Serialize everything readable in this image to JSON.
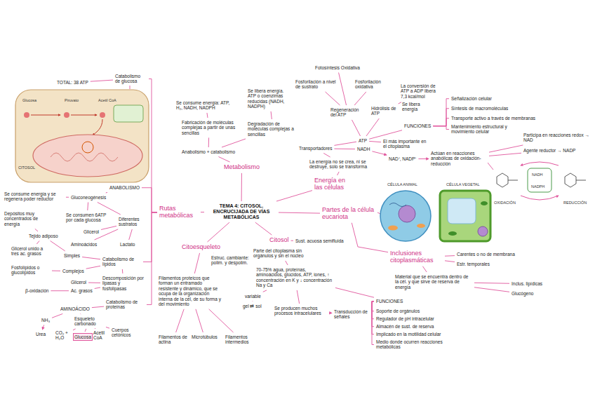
{
  "diagram": {
    "nodes": [
      {
        "text": [
          "TEMA 4: CITOSOL. ENCRUCIJADA DE VÍAS METABÓLICAS"
        ]
      },
      {
        "text": [
          "Metabolismo"
        ]
      },
      {
        "text": [
          "Anabolismo + catabolismo"
        ]
      },
      {
        "text": [
          "Fabricación de moléculas complejas a partir de unas sencillas"
        ]
      },
      {
        "text": [
          "Se consume energía: ATP, H₂, NADH, NADPH"
        ]
      },
      {
        "text": [
          "Degradación de moléculas complejas a sencillas"
        ]
      },
      {
        "text": [
          "Se libera energía. ATP o coenzimas reducidas (NADH, NADPH)"
        ]
      },
      {
        "text": [
          "Energía en las células"
        ]
      },
      {
        "text": [
          "La energía no se crea, ni se destruye, solo se transforma"
        ]
      },
      {
        "text": [
          "Transportadores"
        ]
      },
      {
        "text": [
          "ATP"
        ]
      },
      {
        "text": [
          "NADH"
        ]
      },
      {
        "text": [
          "El más importante en el citoplasma"
        ]
      },
      {
        "text": [
          "NAD⁺, NADP⁺"
        ]
      },
      {
        "text": [
          "Actúan en reacciones anabólicas de oxidación-reducción"
        ]
      },
      {
        "text": [
          "Participa en reacciones redox → NAD"
        ]
      },
      {
        "text": [
          "Agente reductor → NADP"
        ]
      },
      {
        "text": [
          "Regeneración del ATP"
        ]
      },
      {
        "text": [
          "Hidrólisis de ATP"
        ]
      },
      {
        "text": [
          "La conversión de ATP a ADP libera 7,3 kcal/mol"
        ]
      },
      {
        "text": [
          "Se libera energía"
        ]
      },
      {
        "text": [
          "FUNCIONES"
        ]
      },
      {
        "text": [
          "Señalización celular"
        ]
      },
      {
        "text": [
          "Síntesis de macromoléculas"
        ]
      },
      {
        "text": [
          "Transporte activo a través de membranas"
        ]
      },
      {
        "text": [
          "Mantenimiento estructural y movimiento celular"
        ]
      },
      {
        "text": [
          "Fosforilación a nivel de sustrato"
        ]
      },
      {
        "text": [
          "Fosforilación oxidativa"
        ]
      },
      {
        "text": [
          "Fotosíntesis Oxidativa"
        ]
      },
      {
        "text": [
          "Partes de la célula eucariota"
        ]
      },
      {
        "text": [
          "Citosol"
        ]
      },
      {
        "text": [
          "Sust. acuosa semifluida"
        ]
      },
      {
        "text": [
          "Parte del citoplasma sin orgánulos y sin el núcleo"
        ]
      },
      {
        "text": [
          "70-75% agua, proteínas, aminoácidos, glúcidos, ATP, iones, ↑ concentración en K y ↓ concentración Na y Ca"
        ]
      },
      {
        "text": [
          "variable"
        ]
      },
      {
        "text": [
          "gel ⇄ sol"
        ]
      },
      {
        "text": [
          "Se producen muchos procesos intracelulares"
        ]
      },
      {
        "text": [
          "Transducción de señales"
        ]
      },
      {
        "text": [
          "FUNCIONES"
        ]
      },
      {
        "text": [
          "Soporte de orgánulos"
        ]
      },
      {
        "text": [
          "Regulador de pH intracelular"
        ]
      },
      {
        "text": [
          "Almacén de sust. de reserva"
        ]
      },
      {
        "text": [
          "Implicado en la motilidad celular"
        ]
      },
      {
        "text": [
          "Medio donde ocurren reacciones metabólicas"
        ]
      },
      {
        "text": [
          "Inclusiones citoplasmáticas"
        ]
      },
      {
        "text": [
          "Carentes o no de membrana"
        ]
      },
      {
        "text": [
          "Estr. temporales"
        ]
      },
      {
        "text": [
          "Material que se encuentra dentro de la cél. y que sirve de reserva de energía"
        ]
      },
      {
        "text": [
          "Inclus. lipídicas"
        ]
      },
      {
        "text": [
          "Glucógeno"
        ]
      },
      {
        "text": [
          "Citoesqueleto"
        ]
      },
      {
        "text": [
          "Estruc. cambiante: polim. y despolim."
        ]
      },
      {
        "text": [
          "Filamentos proteicos que forman un entramado resistente y dinámico, que se ocupa de la organización interna de la cél, de su forma y del movimiento"
        ]
      },
      {
        "text": [
          "Filamentos de actina"
        ]
      },
      {
        "text": [
          "Microtúbulos"
        ]
      },
      {
        "text": [
          "Filamentos intermedios"
        ]
      },
      {
        "text": [
          "Rutas metabólicas"
        ]
      },
      {
        "text": [
          "Catabolismo de glucosa"
        ]
      },
      {
        "text": [
          "TOTAL: 38 ATP"
        ]
      },
      {
        "text": [
          "ANABOLISMO"
        ]
      },
      {
        "text": [
          "Gluconeogénesis"
        ]
      },
      {
        "text": [
          "Se consume energía y se regenera poder reductor"
        ]
      },
      {
        "text": [
          "Se consumen 6ATP por cada glucosa"
        ]
      },
      {
        "text": [
          "Diferentes sustratos"
        ]
      },
      {
        "text": [
          "Glicerol"
        ]
      },
      {
        "text": [
          "Aminoácidos"
        ]
      },
      {
        "text": [
          "Lactato"
        ]
      },
      {
        "text": [
          "Depósitos muy concentrados de energía"
        ]
      },
      {
        "text": [
          "Tejido adiposo"
        ]
      },
      {
        "text": [
          "Glicerol unido a tres ac. grasos"
        ]
      },
      {
        "text": [
          "Catabolismo de lípidos"
        ]
      },
      {
        "text": [
          "Simples"
        ]
      },
      {
        "text": [
          "Complejos"
        ]
      },
      {
        "text": [
          "Fosfolípidos o glucolípidos"
        ]
      },
      {
        "text": [
          "Descomposición por lipasas y fosfolipasas"
        ]
      },
      {
        "text": [
          "Glicerol"
        ]
      },
      {
        "text": [
          "β-oxidación"
        ]
      },
      {
        "text": [
          "Ac. grasos"
        ]
      },
      {
        "text": [
          "Catabolismo de proteínas"
        ]
      },
      {
        "text": [
          "AMINOÁCIDO"
        ]
      },
      {
        "text": [
          "NH₃"
        ]
      },
      {
        "text": [
          "Urea"
        ]
      },
      {
        "text": [
          "Esqueleto carbonado"
        ]
      },
      {
        "text": [
          "CO₂ + H₂O"
        ]
      },
      {
        "text": [
          "Glucosa"
        ]
      },
      {
        "text": [
          "Acetil CoA"
        ]
      },
      {
        "text": [
          "Cuerpos cetónicos"
        ]
      }
    ],
    "edges": [
      {
        "from": 0,
        "to": 1,
        "arrow": "none"
      },
      {
        "from": 1,
        "to": 2,
        "arrow": "none"
      },
      {
        "from": 2,
        "to": 3,
        "arrow": "none"
      },
      {
        "from": 3,
        "to": 4,
        "arrow": "none"
      },
      {
        "from": 2,
        "to": 5,
        "arrow": "none"
      },
      {
        "from": 5,
        "to": 6,
        "arrow": "none"
      },
      {
        "from": 0,
        "to": 7,
        "arrow": "none"
      },
      {
        "from": 7,
        "to": 8,
        "arrow": "none"
      },
      {
        "from": 8,
        "to": 9,
        "arrow": "none"
      },
      {
        "from": 9,
        "to": 10,
        "arrow": "none"
      },
      {
        "from": 9,
        "to": 11,
        "arrow": "none"
      },
      {
        "from": 10,
        "to": 17,
        "arrow": "none"
      },
      {
        "from": 17,
        "to": 26,
        "arrow": "none"
      },
      {
        "from": 17,
        "to": 27,
        "arrow": "none"
      },
      {
        "from": 17,
        "to": 28,
        "arrow": "none"
      },
      {
        "from": 10,
        "to": 18,
        "arrow": "none"
      },
      {
        "from": 18,
        "to": 19,
        "arrow": "none"
      },
      {
        "from": 18,
        "to": 20,
        "arrow": "none"
      },
      {
        "from": 10,
        "to": 12,
        "arrow": "none"
      },
      {
        "from": 10,
        "to": 21,
        "arrow": "none"
      },
      {
        "from": 21,
        "to": 22,
        "arrow": "none"
      },
      {
        "from": 21,
        "to": 23,
        "arrow": "none"
      },
      {
        "from": 21,
        "to": 24,
        "arrow": "none"
      },
      {
        "from": 21,
        "to": 25,
        "arrow": "none"
      },
      {
        "from": 11,
        "to": 13,
        "arrow": "to"
      },
      {
        "from": 13,
        "to": 14,
        "arrow": "to"
      },
      {
        "from": 14,
        "to": 15,
        "arrow": "none"
      },
      {
        "from": 14,
        "to": 16,
        "arrow": "none"
      },
      {
        "from": 0,
        "to": 29,
        "arrow": "none"
      },
      {
        "from": 29,
        "to": 44,
        "arrow": "none"
      },
      {
        "from": 44,
        "to": 45,
        "arrow": "none"
      },
      {
        "from": 44,
        "to": 46,
        "arrow": "none"
      },
      {
        "from": 44,
        "to": 47,
        "arrow": "none"
      },
      {
        "from": 47,
        "to": 48,
        "arrow": "none"
      },
      {
        "from": 47,
        "to": 49,
        "arrow": "none"
      },
      {
        "from": 0,
        "to": 30,
        "arrow": "none"
      },
      {
        "from": 30,
        "to": 31,
        "arrow": "none"
      },
      {
        "from": 30,
        "to": 32,
        "arrow": "none"
      },
      {
        "from": 32,
        "to": 33,
        "arrow": "none"
      },
      {
        "from": 33,
        "to": 34,
        "arrow": "none"
      },
      {
        "from": 34,
        "to": 35,
        "arrow": "none"
      },
      {
        "from": 33,
        "to": 36,
        "arrow": "none"
      },
      {
        "from": 36,
        "to": 37,
        "arrow": "to"
      },
      {
        "from": 33,
        "to": 38,
        "arrow": "none"
      },
      {
        "from": 38,
        "to": 39,
        "arrow": "none"
      },
      {
        "from": 38,
        "to": 40,
        "arrow": "none"
      },
      {
        "from": 38,
        "to": 41,
        "arrow": "none"
      },
      {
        "from": 38,
        "to": 42,
        "arrow": "none"
      },
      {
        "from": 38,
        "to": 43,
        "arrow": "none"
      },
      {
        "from": 0,
        "to": 50,
        "arrow": "none"
      },
      {
        "from": 50,
        "to": 51,
        "arrow": "none"
      },
      {
        "from": 50,
        "to": 52,
        "arrow": "none"
      },
      {
        "from": 52,
        "to": 53,
        "arrow": "none"
      },
      {
        "from": 52,
        "to": 54,
        "arrow": "none"
      },
      {
        "from": 52,
        "to": 55,
        "arrow": "none"
      },
      {
        "from": 0,
        "to": 56,
        "arrow": "none"
      },
      {
        "from": 56,
        "to": 57,
        "arrow": "none"
      },
      {
        "from": 57,
        "to": 58,
        "arrow": "none"
      },
      {
        "from": 56,
        "to": 59,
        "arrow": "none"
      },
      {
        "from": 59,
        "to": 60,
        "arrow": "none"
      },
      {
        "from": 60,
        "to": 61,
        "arrow": "none"
      },
      {
        "from": 60,
        "to": 62,
        "arrow": "none"
      },
      {
        "from": 60,
        "to": 63,
        "arrow": "none"
      },
      {
        "from": 63,
        "to": 64,
        "arrow": "none"
      },
      {
        "from": 63,
        "to": 65,
        "arrow": "none"
      },
      {
        "from": 63,
        "to": 66,
        "arrow": "none"
      },
      {
        "from": 56,
        "to": 70,
        "arrow": "none"
      },
      {
        "from": 70,
        "to": 71,
        "arrow": "none"
      },
      {
        "from": 71,
        "to": 68,
        "arrow": "none"
      },
      {
        "from": 68,
        "to": 67,
        "arrow": "none"
      },
      {
        "from": 68,
        "to": 69,
        "arrow": "none"
      },
      {
        "from": 70,
        "to": 72,
        "arrow": "none"
      },
      {
        "from": 72,
        "to": 73,
        "arrow": "none"
      },
      {
        "from": 70,
        "to": 74,
        "arrow": "none"
      },
      {
        "from": 74,
        "to": 75,
        "arrow": "none"
      },
      {
        "from": 74,
        "to": 77,
        "arrow": "none"
      },
      {
        "from": 77,
        "to": 76,
        "arrow": "none"
      },
      {
        "from": 56,
        "to": 78,
        "arrow": "none"
      },
      {
        "from": 78,
        "to": 79,
        "arrow": "none"
      },
      {
        "from": 79,
        "to": 80,
        "arrow": "none"
      },
      {
        "from": 80,
        "to": 81,
        "arrow": "to"
      },
      {
        "from": 79,
        "to": 82,
        "arrow": "none"
      },
      {
        "from": 82,
        "to": 83,
        "arrow": "none"
      },
      {
        "from": 82,
        "to": 84,
        "arrow": "none"
      },
      {
        "from": 82,
        "to": 85,
        "arrow": "none"
      },
      {
        "from": 82,
        "to": 86,
        "arrow": "none"
      }
    ],
    "labels": [
      "Glucosa",
      "Piruvato",
      "Acetil CoA",
      "CITOSOL",
      "CÉLULA ANIMAL",
      "CÉLULA VEGETAL",
      "NADH",
      "NADPH",
      "OXIDACIÓN",
      "REDUCCIÓN"
    ]
  }
}
